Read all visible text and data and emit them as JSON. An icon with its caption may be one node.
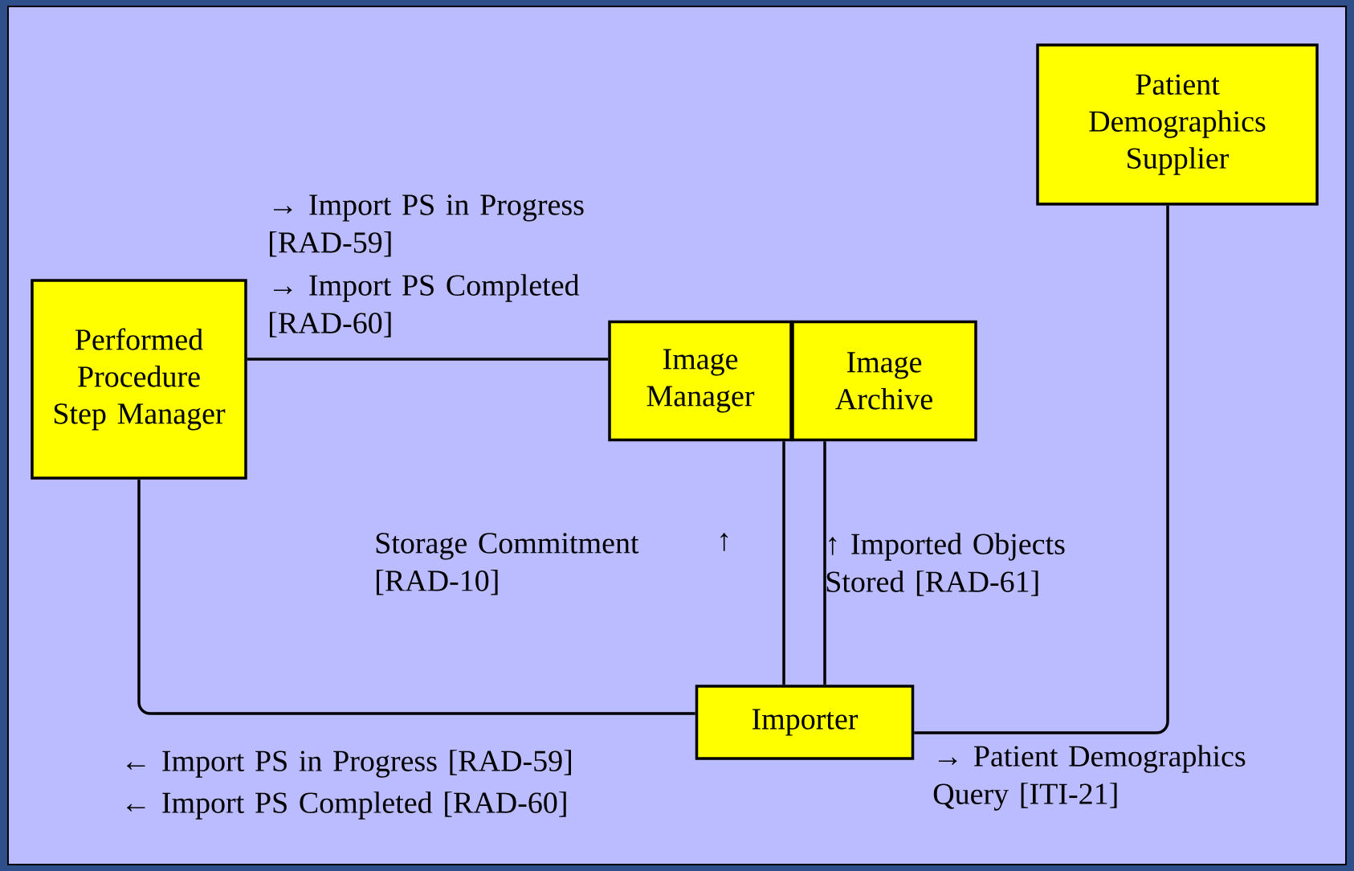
{
  "diagram": {
    "nodes": [
      {
        "text": [
          "Performed Procedure Step Manager"
        ]
      },
      {
        "text": [
          "Image Manager"
        ]
      },
      {
        "text": [
          "Image Archive"
        ]
      },
      {
        "text": [
          "Patient Demographics Supplier"
        ]
      },
      {
        "text": [
          "Importer"
        ]
      }
    ],
    "edges": [
      {
        "from": 0,
        "to": 1,
        "arrow": "none"
      },
      {
        "from": 0,
        "to": 4,
        "arrow": "none"
      },
      {
        "from": 1,
        "to": 4,
        "arrow": "none"
      },
      {
        "from": 2,
        "to": 4,
        "arrow": "none"
      },
      {
        "from": 4,
        "to": 3,
        "arrow": "none"
      }
    ],
    "labels": [
      "→ Import PS in Progress [RAD-59]",
      "→ Import PS Completed [RAD-60]",
      "Storage Commitment [RAD-10]",
      "↑",
      "↑ Imported Objects Stored [RAD-61]",
      "← Import PS in Progress [RAD-59]",
      "← Import PS Completed [RAD-60]",
      "→ Patient Demographics Query [ITI-21]"
    ]
  }
}
